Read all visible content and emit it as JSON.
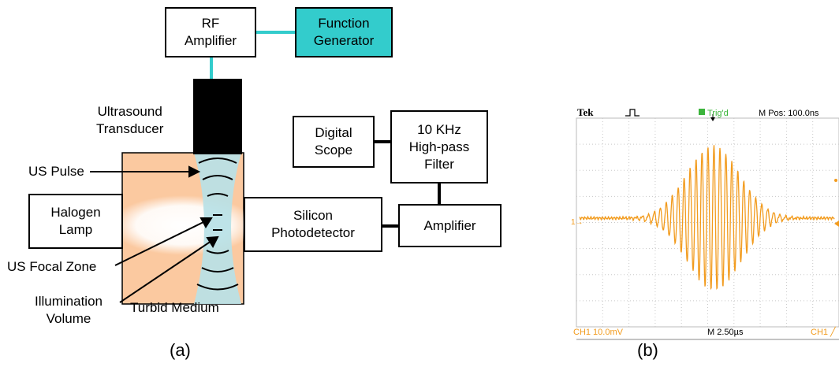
{
  "panel_a": {
    "caption": "(a)",
    "blocks": {
      "rf_amplifier": "RF\nAmplifier",
      "function_generator": "Function\nGenerator",
      "digital_scope": "Digital\nScope",
      "filter": "10 KHz\nHigh-pass\nFilter",
      "halogen_lamp": "Halogen\nLamp",
      "silicon_photodetector": "Silicon\nPhotodetector",
      "amplifier": "Amplifier"
    },
    "labels": {
      "ultrasound_transducer": "Ultrasound\nTransducer",
      "us_pulse": "US Pulse",
      "us_focal_zone": "US Focal Zone",
      "illumination_volume": "Illumination\nVolume",
      "turbid_medium": "Turbid Medium"
    },
    "colors": {
      "function_generator_fill": "#33cccc",
      "medium_fill": "#fbc9a0",
      "beam_fill": "#b9e1e6",
      "connector_cyan": "#33cccc"
    }
  },
  "panel_b": {
    "caption": "(b)",
    "scope": {
      "brand": "Tek",
      "trigger_status": "Trig'd",
      "position": "M Pos: 100.0ns",
      "channel_scale": "CH1  10.0mV",
      "time_scale": "M 2.50µs",
      "trigger_channel": "CH1 ╱",
      "channel_marker": "1→",
      "trace_color": "#f29b1d"
    }
  }
}
